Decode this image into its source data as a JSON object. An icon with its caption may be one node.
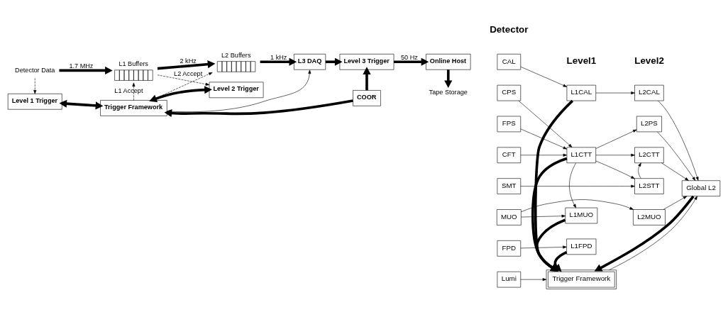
{
  "diagram": {
    "nodes": [
      {
        "text": [
          "Detector Data"
        ]
      },
      {
        "text": [
          "L1 Buffers"
        ]
      },
      {
        "text": [
          "L2 Buffers"
        ]
      },
      {
        "text": [
          "L3 DAQ"
        ]
      },
      {
        "text": [
          "Level 3 Trigger"
        ]
      },
      {
        "text": [
          "Online Host"
        ]
      },
      {
        "text": [
          "Tape Storage"
        ]
      },
      {
        "text": [
          "Level 1 Trigger"
        ]
      },
      {
        "text": [
          "Level 2 Trigger"
        ]
      },
      {
        "text": [
          "Trigger Framework"
        ]
      },
      {
        "text": [
          "COOR"
        ]
      },
      {
        "text": [
          "CAL"
        ]
      },
      {
        "text": [
          "CPS"
        ]
      },
      {
        "text": [
          "FPS"
        ]
      },
      {
        "text": [
          "CFT"
        ]
      },
      {
        "text": [
          "SMT"
        ]
      },
      {
        "text": [
          "MUO"
        ]
      },
      {
        "text": [
          "FPD"
        ]
      },
      {
        "text": [
          "Lumi"
        ]
      },
      {
        "text": [
          "L1CAL"
        ]
      },
      {
        "text": [
          "L1CTT"
        ]
      },
      {
        "text": [
          "L1MUO"
        ]
      },
      {
        "text": [
          "L1FPD"
        ]
      },
      {
        "text": [
          "Trigger Framework"
        ]
      },
      {
        "text": [
          "L2CAL"
        ]
      },
      {
        "text": [
          "L2PS"
        ]
      },
      {
        "text": [
          "L2CTT"
        ]
      },
      {
        "text": [
          "L2STT"
        ]
      },
      {
        "text": [
          "L2MUO"
        ]
      },
      {
        "text": [
          "Global L2"
        ]
      }
    ],
    "edges": [
      {
        "from": 0,
        "to": 1,
        "arrow": "to",
        "label": "1.7 MHz",
        "style": "thick"
      },
      {
        "from": 1,
        "to": 2,
        "arrow": "to",
        "label": "2 kHz",
        "style": "thick"
      },
      {
        "from": 2,
        "to": 3,
        "arrow": "to",
        "label": "1 kHz",
        "style": "thick"
      },
      {
        "from": 3,
        "to": 4,
        "arrow": "to",
        "style": "thick"
      },
      {
        "from": 4,
        "to": 5,
        "arrow": "to",
        "label": "50 Hz",
        "style": "thick"
      },
      {
        "from": 5,
        "to": 6,
        "arrow": "to",
        "style": "thick"
      },
      {
        "from": 0,
        "to": 7,
        "arrow": "to",
        "style": "dashed"
      },
      {
        "from": 1,
        "to": 8,
        "arrow": "to",
        "style": "dashed"
      },
      {
        "from": 7,
        "to": 9,
        "arrow": "both",
        "style": "thick"
      },
      {
        "from": 8,
        "to": 9,
        "arrow": "both",
        "style": "thick"
      },
      {
        "from": 9,
        "to": 1,
        "arrow": "to",
        "label": "L1 Accept",
        "style": "dashed"
      },
      {
        "from": 9,
        "to": 2,
        "arrow": "to",
        "label": "L2 Accept",
        "style": "dashed"
      },
      {
        "from": 9,
        "to": 3,
        "arrow": "both"
      },
      {
        "from": 10,
        "to": 4,
        "arrow": "to",
        "style": "thick"
      },
      {
        "from": 10,
        "to": 9,
        "arrow": "to",
        "style": "thick"
      },
      {
        "from": 11,
        "to": 19,
        "arrow": "to"
      },
      {
        "from": 12,
        "to": 20,
        "arrow": "to"
      },
      {
        "from": 13,
        "to": 20,
        "arrow": "to"
      },
      {
        "from": 14,
        "to": 20,
        "arrow": "to"
      },
      {
        "from": 19,
        "to": 24,
        "arrow": "to"
      },
      {
        "from": 20,
        "to": 25,
        "arrow": "to"
      },
      {
        "from": 20,
        "to": 26,
        "arrow": "to"
      },
      {
        "from": 20,
        "to": 27,
        "arrow": "to"
      },
      {
        "from": 20,
        "to": 21,
        "arrow": "to"
      },
      {
        "from": 15,
        "to": 27,
        "arrow": "to"
      },
      {
        "from": 27,
        "to": 26,
        "arrow": "to"
      },
      {
        "from": 16,
        "to": 21,
        "arrow": "to"
      },
      {
        "from": 16,
        "to": 28,
        "arrow": "to"
      },
      {
        "from": 17,
        "to": 22,
        "arrow": "to"
      },
      {
        "from": 18,
        "to": 23,
        "arrow": "to"
      },
      {
        "from": 19,
        "to": 23,
        "arrow": "to",
        "style": "thick"
      },
      {
        "from": 20,
        "to": 23,
        "arrow": "to",
        "style": "thick"
      },
      {
        "from": 21,
        "to": 23,
        "arrow": "to",
        "style": "thick"
      },
      {
        "from": 22,
        "to": 23,
        "arrow": "to",
        "style": "thick"
      },
      {
        "from": 23,
        "to": 29,
        "arrow": "to"
      },
      {
        "from": 29,
        "to": 23,
        "arrow": "to",
        "style": "thick"
      },
      {
        "from": 24,
        "to": 29,
        "arrow": "to"
      },
      {
        "from": 25,
        "to": 29,
        "arrow": "to"
      },
      {
        "from": 26,
        "to": 29,
        "arrow": "to"
      },
      {
        "from": 28,
        "to": 29,
        "arrow": "to"
      }
    ],
    "labels": [
      "Detector",
      "Level1",
      "Level2"
    ]
  }
}
